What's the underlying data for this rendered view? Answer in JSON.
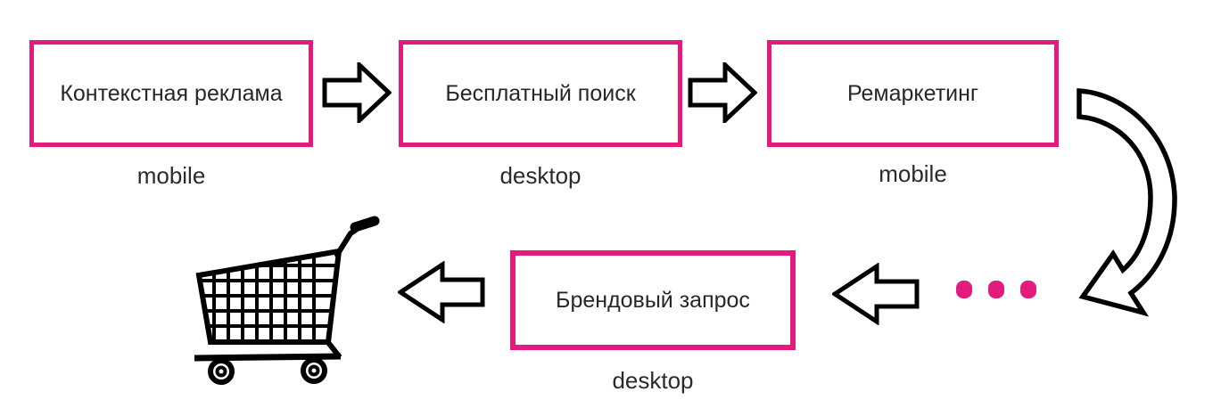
{
  "colors": {
    "accent": "#e21b7d",
    "stroke": "#000000",
    "text": "#272727",
    "background": "#ffffff"
  },
  "flow": {
    "steps": [
      {
        "title": "Контекстная реклама",
        "device": "mobile"
      },
      {
        "title": "Бесплатный поиск",
        "device": "desktop"
      },
      {
        "title": "Ремаркетинг",
        "device": "mobile"
      },
      {
        "title": "Брендовый запрос",
        "device": "desktop"
      }
    ],
    "ellipsis_dot_count": 3,
    "icons": {
      "arrow_right": "block-arrow-right-icon",
      "arrow_left": "block-arrow-left-icon",
      "curved_arrow": "curved-arrow-down-left-icon",
      "cart": "shopping-cart-icon"
    }
  }
}
